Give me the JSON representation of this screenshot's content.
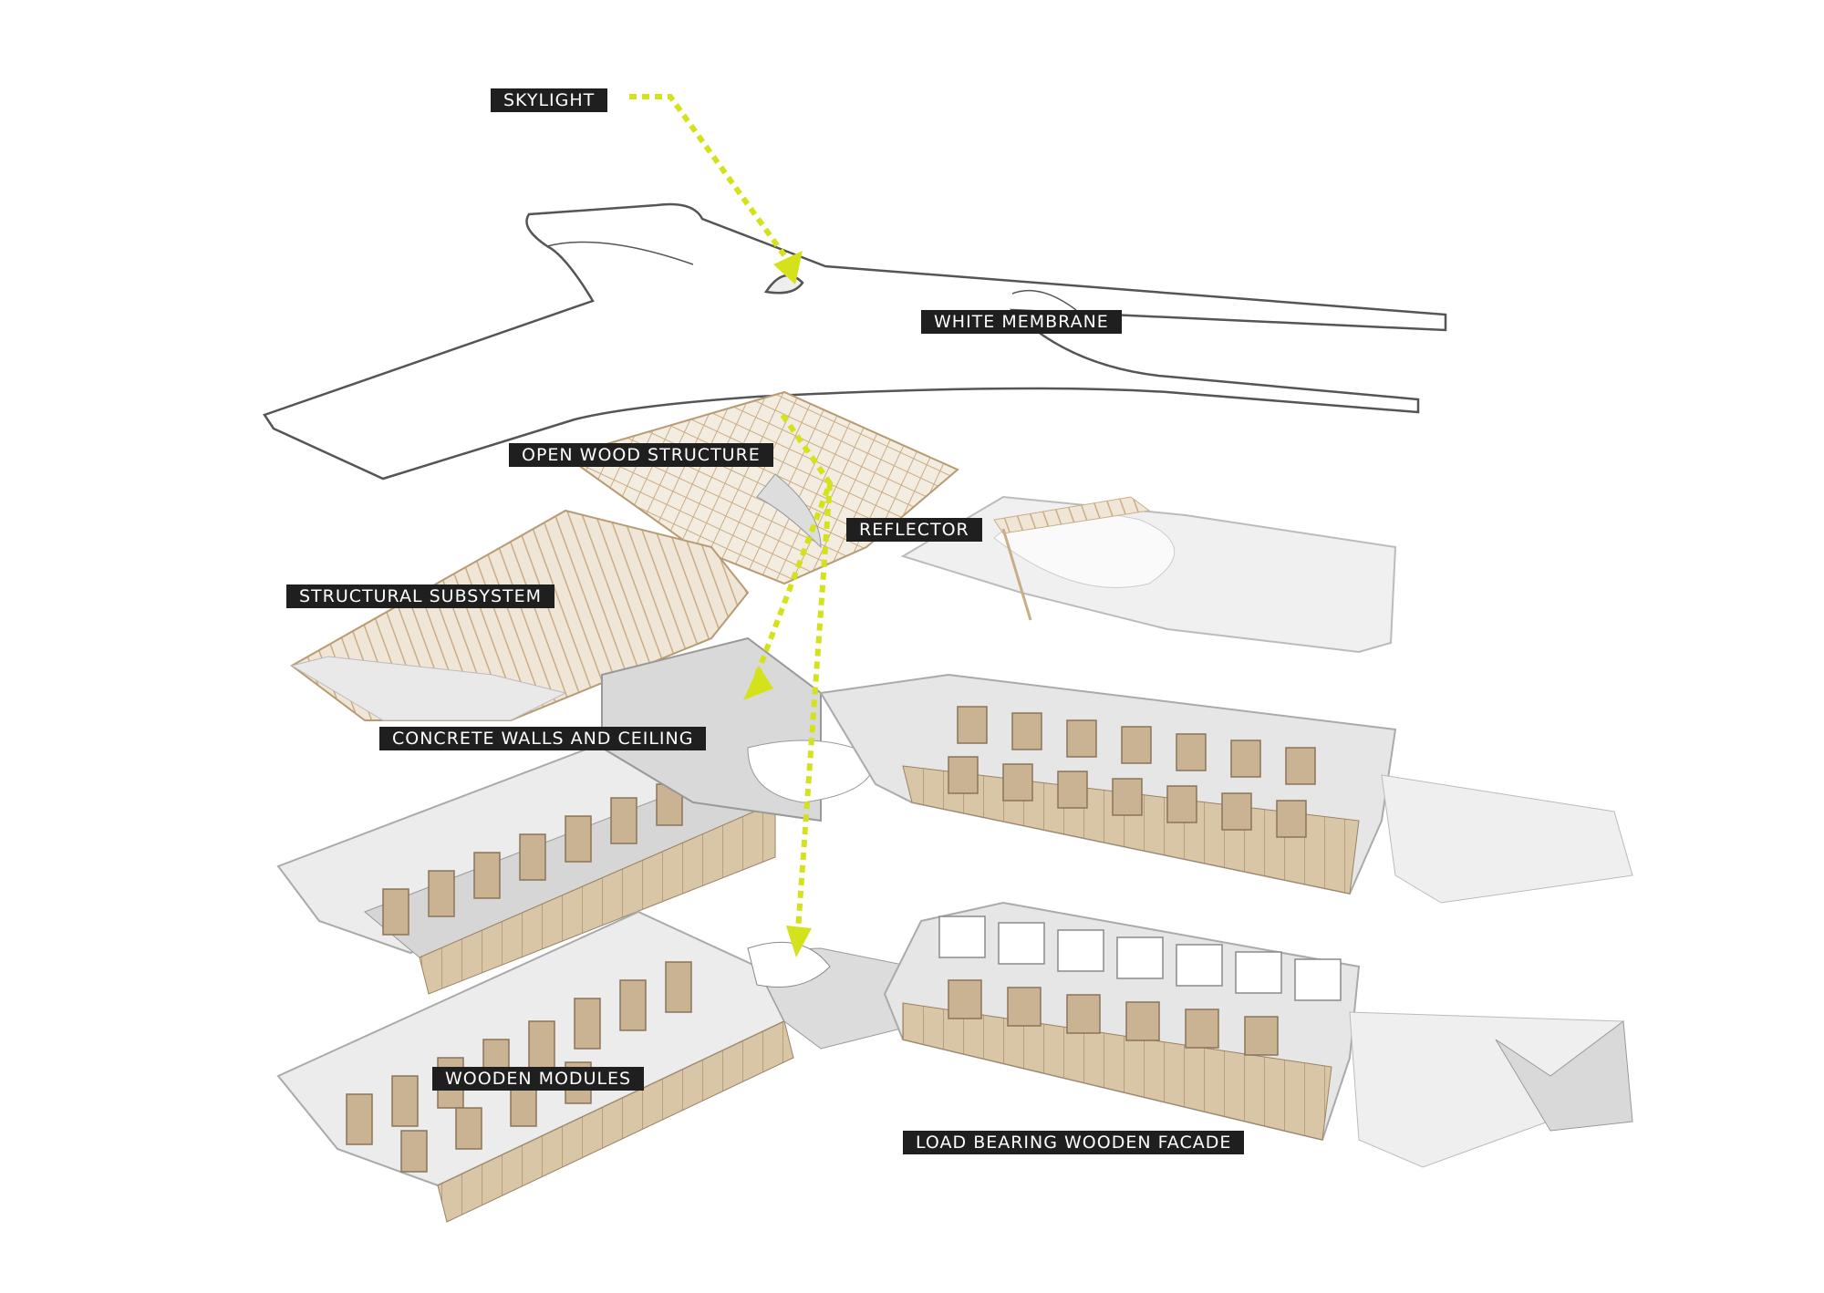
{
  "labels": {
    "skylight": "SKYLIGHT",
    "white_membrane": "WHITE MEMBRANE",
    "open_wood_structure": "OPEN WOOD STRUCTURE",
    "reflector": "REFLECTOR",
    "structural_subsystem": "STRUCTURAL SUBSYSTEM",
    "concrete_walls": "CONCRETE WALLS AND CEILING",
    "wooden_modules": "WOODEN  MODULES",
    "load_bearing_facade": "LOAD BEARING WOODEN FACADE"
  },
  "colors": {
    "arrow": "#d4e21c",
    "label_bg": "#1f1f1f",
    "label_text": "#ffffff",
    "wood": "#d8c3a2",
    "wood_dark": "#b89b73",
    "concrete": "#c4c4c4",
    "concrete_dark": "#9a9a9a",
    "membrane_line": "#555555"
  }
}
